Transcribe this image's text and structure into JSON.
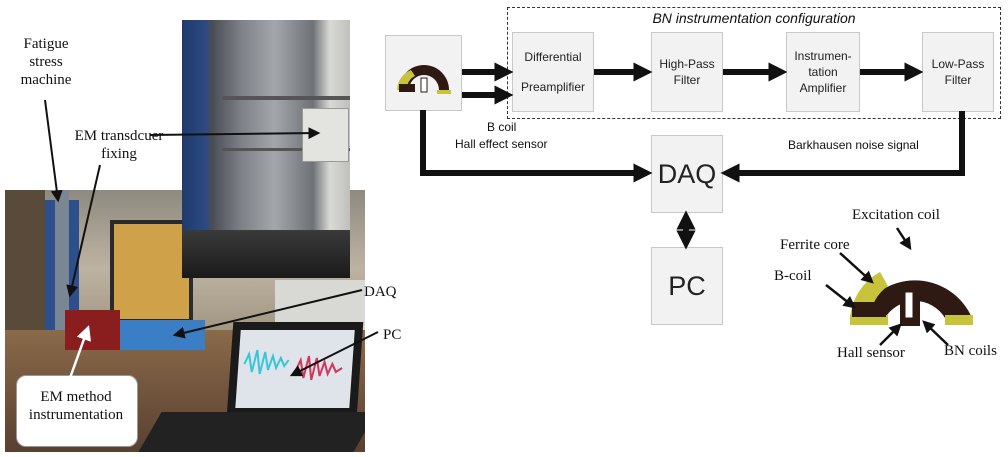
{
  "photo_labels": {
    "fatigue_machine": [
      "Fatigue",
      "stress",
      "machine"
    ],
    "em_transducer": [
      "EM transdcuer",
      "fixing"
    ],
    "daq": "DAQ",
    "pc": "PC",
    "em_method": [
      "EM method",
      "instrumentation"
    ]
  },
  "diagram": {
    "frame_title": "BN instrumentation configuration",
    "blocks": {
      "diff_preamp": [
        "Differential",
        "Preamplifier"
      ],
      "high_pass": [
        "High-Pass",
        "Filter"
      ],
      "inst_amp": [
        "Instrumen-",
        "tation",
        "Amplifier"
      ],
      "low_pass": [
        "Low-Pass",
        "Filter"
      ],
      "daq": "DAQ",
      "pc": "PC"
    },
    "labels": {
      "bcoil": "B coil",
      "hall": "Hall effect sensor",
      "bn_signal": "Barkhausen noise signal"
    }
  },
  "sensor_labels": {
    "excitation": "Excitation coil",
    "ferrite": "Ferrite core",
    "bcoil": "B-coil",
    "hall": "Hall sensor",
    "bn": "BN coils"
  },
  "colors": {
    "coil_brown": "#2e1a12",
    "core_yellow": "#c7c33a",
    "block_fill": "#f2f2f2",
    "waveform_cyan": "#36c6d8",
    "waveform_red": "#d2365a"
  }
}
